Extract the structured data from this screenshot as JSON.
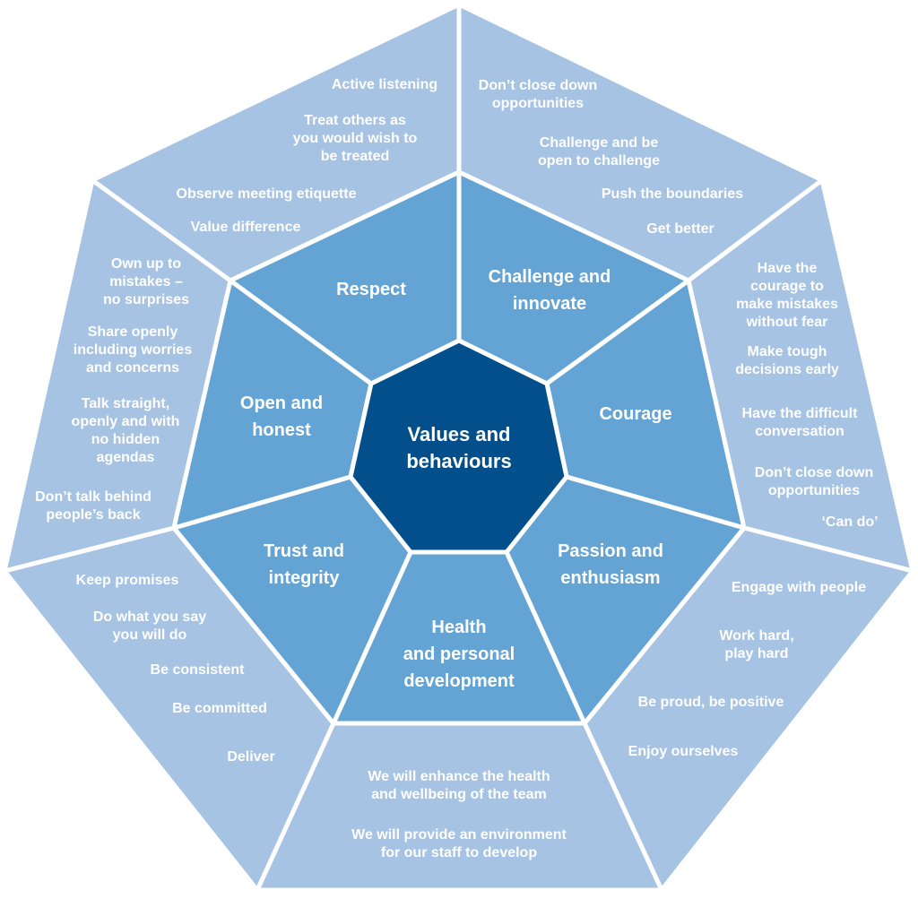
{
  "colors": {
    "center": "#034f8b",
    "middle": "#64a4d5",
    "outer": "#a6c3e3",
    "border": "#ffffff",
    "text": "#ffffff"
  },
  "center": {
    "title_lines": [
      "Values and",
      "behaviours"
    ]
  },
  "values": [
    {
      "id": "respect",
      "title_lines": [
        "Respect"
      ],
      "behaviours": [
        [
          "Active listening"
        ],
        [
          "Treat others as",
          "you would wish to",
          "be treated"
        ],
        [
          "Observe meeting etiquette"
        ],
        [
          "Value difference"
        ]
      ]
    },
    {
      "id": "challenge-and-innovate",
      "title_lines": [
        "Challenge and",
        "innovate"
      ],
      "behaviours": [
        [
          "Don’t close down",
          "opportunities"
        ],
        [
          "Challenge and be",
          "open to challenge"
        ],
        [
          "Push the boundaries"
        ],
        [
          "Get better"
        ]
      ]
    },
    {
      "id": "courage",
      "title_lines": [
        "Courage"
      ],
      "behaviours": [
        [
          "Have the",
          "courage to",
          "make mistakes",
          "without fear"
        ],
        [
          "Make tough",
          "decisions early"
        ],
        [
          "Have the difficult",
          "conversation"
        ],
        [
          "Don’t close down",
          "opportunities"
        ],
        [
          "‘Can do’"
        ]
      ]
    },
    {
      "id": "passion-and-enthusiasm",
      "title_lines": [
        "Passion and",
        "enthusiasm"
      ],
      "behaviours": [
        [
          "Engage with people"
        ],
        [
          "Work hard,",
          "play hard"
        ],
        [
          "Be proud, be positive"
        ],
        [
          "Enjoy ourselves"
        ]
      ]
    },
    {
      "id": "health-and-personal-development",
      "title_lines": [
        "Health",
        "and personal",
        "development"
      ],
      "behaviours": [
        [
          "We will enhance the health",
          "and wellbeing of the team"
        ],
        [
          "We will provide an environment",
          "for our staff to develop"
        ]
      ]
    },
    {
      "id": "trust-and-integrity",
      "title_lines": [
        "Trust and",
        "integrity"
      ],
      "behaviours": [
        [
          "Keep promises"
        ],
        [
          "Do what you say",
          "you will do"
        ],
        [
          "Be consistent"
        ],
        [
          "Be committed"
        ],
        [
          "Deliver"
        ]
      ]
    },
    {
      "id": "open-and-honest",
      "title_lines": [
        "Open and",
        "honest"
      ],
      "behaviours": [
        [
          "Own up to",
          "mistakes –",
          "no surprises"
        ],
        [
          "Share openly",
          "including worries",
          "and concerns"
        ],
        [
          "Talk straight,",
          "openly and with",
          "no hidden",
          "agendas"
        ],
        [
          "Don’t talk behind",
          "people’s back"
        ]
      ]
    }
  ]
}
